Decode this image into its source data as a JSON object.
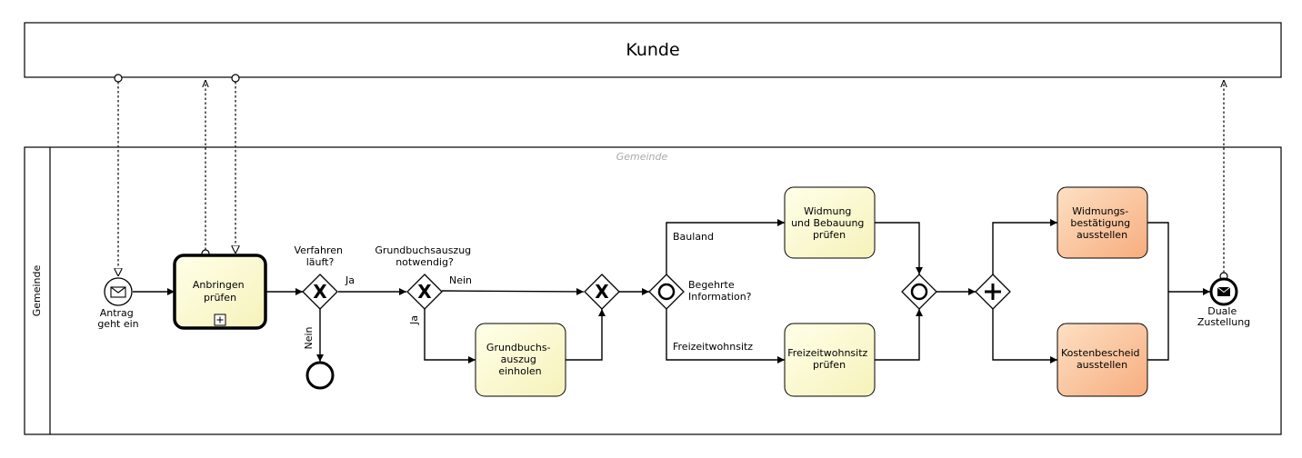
{
  "pool": {
    "title": "Kunde"
  },
  "lane": {
    "name": "Gemeinde",
    "hint": "Gemeinde"
  },
  "events": {
    "start": {
      "label_lines": [
        "Antrag",
        "geht ein"
      ],
      "icon": "envelope-icon"
    },
    "end_nein": {
      "label_lines": []
    },
    "end_main": {
      "label_lines": [
        "Duale",
        "Zustellung"
      ],
      "icon": "envelope-filled-icon"
    }
  },
  "tasks": {
    "anbringen": {
      "label_lines": [
        "Anbringen",
        "prüfen"
      ],
      "marker": "subprocess-plus-icon",
      "fill": "#fefed0"
    },
    "grundbuch": {
      "label_lines": [
        "Grundbuchs-",
        "auszug",
        "einholen"
      ],
      "fill": "#fefed0"
    },
    "widmung_pruefen": {
      "label_lines": [
        "Widmung",
        "und Bebauung",
        "prüfen"
      ],
      "fill": "#fefed0"
    },
    "freizeit_pruefen": {
      "label_lines": [
        "Freizeitwohnsitz",
        "prüfen"
      ],
      "fill": "#fefed0"
    },
    "widmung_best": {
      "label_lines": [
        "Widmungs-",
        "bestätigung",
        "ausstellen"
      ],
      "fill": "#fbc9a3"
    },
    "kosten": {
      "label_lines": [
        "Kostenbescheid",
        "ausstellen"
      ],
      "fill": "#fbc9a3"
    }
  },
  "gateways": {
    "verfahren": {
      "label_lines": [
        "Verfahren",
        "läuft?"
      ],
      "type": "exclusive"
    },
    "grundbuch_q": {
      "label_lines": [
        "Grundbuchsauszug",
        "notwendig?"
      ],
      "type": "exclusive"
    },
    "merge": {
      "label_lines": [],
      "type": "exclusive"
    },
    "information": {
      "label_lines": [
        "Begehrte",
        "Information?"
      ],
      "type": "inclusive"
    },
    "join_inclusive": {
      "label_lines": [],
      "type": "inclusive"
    },
    "parallel": {
      "label_lines": [],
      "type": "parallel"
    }
  },
  "flow_labels": {
    "ja1": "Ja",
    "nein1": "Nein",
    "nein2": "Nein",
    "ja2": "Ja",
    "bauland": "Bauland",
    "freizeit": "Freizeitwohnsitz"
  }
}
